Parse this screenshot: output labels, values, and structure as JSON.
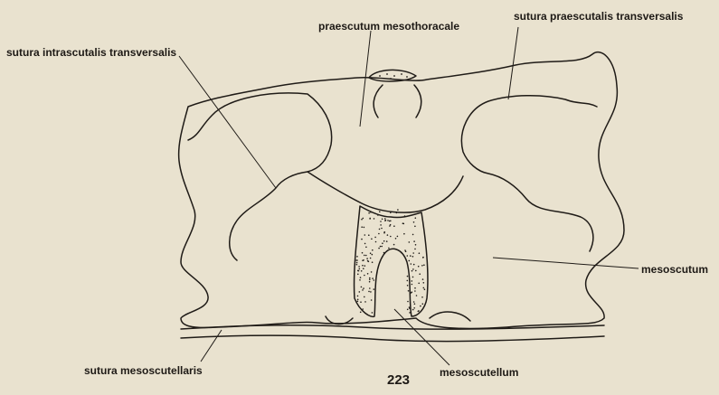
{
  "figure": {
    "labels": {
      "sutura_intrascutalis": "sutura intrascutalis transversalis",
      "praescutum": "praescutum mesothoracale",
      "sutura_praescutalis": "sutura praescutalis transversalis",
      "mesoscutum": "mesoscutum",
      "sutura_mesoscutellaris": "sutura mesoscutellaris",
      "mesoscutellum": "mesoscutellum"
    },
    "page_number": "223"
  },
  "colors": {
    "paper": "#e9e2cf",
    "ink": "#1f1b17"
  }
}
